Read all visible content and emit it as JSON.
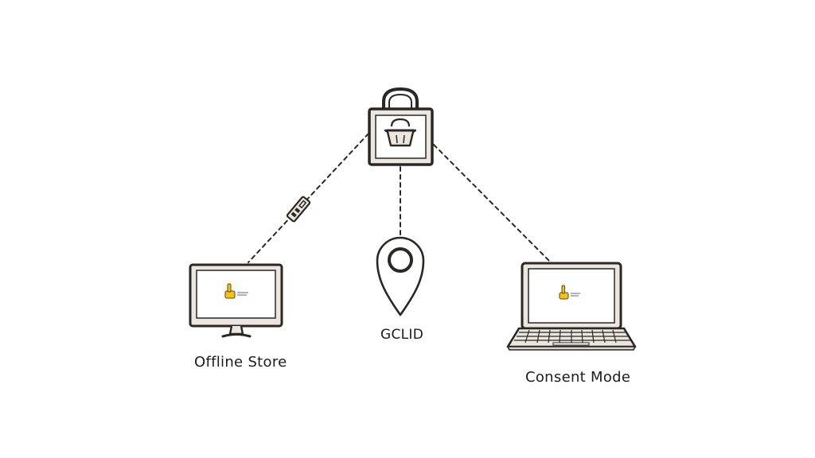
{
  "diagram": {
    "nodes": {
      "center": {
        "icon": "padlock-shopping-basket-icon"
      },
      "left": {
        "label": "Offline Store",
        "icon": "desktop-monitor-icon"
      },
      "middle": {
        "label": "GCLID",
        "icon": "location-pin-icon"
      },
      "right": {
        "label": "Consent Mode",
        "icon": "laptop-icon"
      }
    },
    "connector_icon": "usb-plug-icon",
    "screen_icon": "yellow-hand-pointer-icon",
    "colors": {
      "stroke": "#2b2724",
      "fill_light": "#ebe7e0",
      "screen_bg": "#ffffff",
      "accent": "#f2c21b"
    }
  }
}
